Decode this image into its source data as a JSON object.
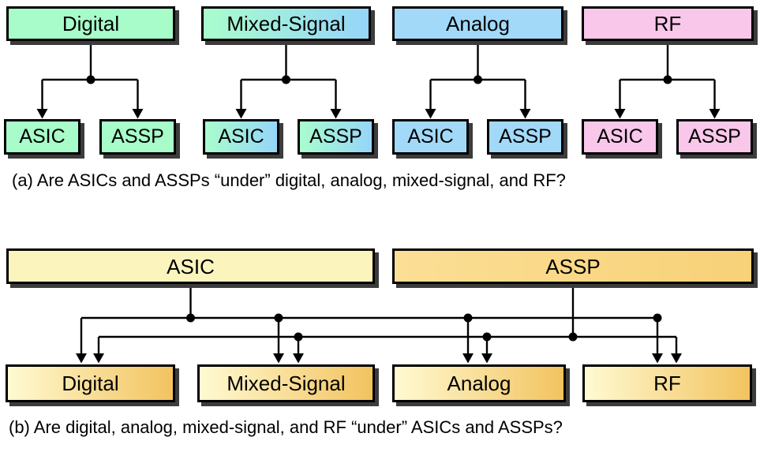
{
  "palette": {
    "green": "#a7fcc9",
    "green_blue_left": "#a9fdcd",
    "green_blue_right": "#95d5f9",
    "blue": "#a2d9f9",
    "pink": "#f8c7e9",
    "pale_yellow": "#fbf5bd",
    "amber_left": "#fbdf95",
    "amber_right": "#f8d178",
    "gold_left": "#fffad2",
    "gold_right": "#f2c35f",
    "line": "#000000",
    "shadow": "#3c3c3c"
  },
  "section_a": {
    "caption": "(a) Are ASICs and ASSPs “under” digital, analog, mixed-signal, and RF?",
    "groups": [
      {
        "parent": "Digital",
        "children": [
          "ASIC",
          "ASSP"
        ]
      },
      {
        "parent": "Mixed-Signal",
        "children": [
          "ASIC",
          "ASSP"
        ]
      },
      {
        "parent": "Analog",
        "children": [
          "ASIC",
          "ASSP"
        ]
      },
      {
        "parent": "RF",
        "children": [
          "ASIC",
          "ASSP"
        ]
      }
    ]
  },
  "section_b": {
    "caption": "(b) Are digital, analog, mixed-signal, and RF “under” ASICs and ASSPs?",
    "parents": [
      "ASIC",
      "ASSP"
    ],
    "children": [
      "Digital",
      "Mixed-Signal",
      "Analog",
      "RF"
    ]
  }
}
